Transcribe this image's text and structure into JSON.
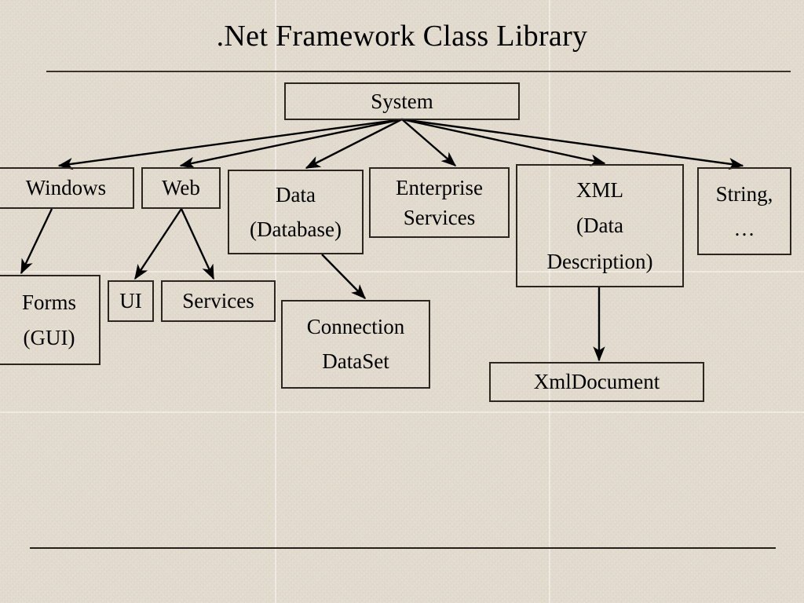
{
  "slide": {
    "title": ".Net Framework Class Library",
    "background_color": "#e5ded1",
    "ink_color": "#000000",
    "rule_color": "#3b332b"
  },
  "nodes": {
    "system": {
      "label": "System"
    },
    "windows": {
      "label": "Windows"
    },
    "web": {
      "label": "Web"
    },
    "data": {
      "line1": "Data",
      "line2": "(Database)"
    },
    "enterprise": {
      "line1": "Enterprise",
      "line2": "Services"
    },
    "xml": {
      "line1": "XML",
      "line2": "(Data",
      "line3": "Description)"
    },
    "string": {
      "line1": "String,",
      "line2": "…"
    },
    "forms": {
      "line1": "Forms",
      "line2": "(GUI)"
    },
    "ui": {
      "label": "UI"
    },
    "services": {
      "label": "Services"
    },
    "connection": {
      "line1": "Connection",
      "line2": "DataSet"
    },
    "xmldoc": {
      "label": "XmlDocument"
    }
  },
  "edges": [
    {
      "from": "system",
      "to": "windows"
    },
    {
      "from": "system",
      "to": "web"
    },
    {
      "from": "system",
      "to": "data"
    },
    {
      "from": "system",
      "to": "enterprise"
    },
    {
      "from": "system",
      "to": "xml"
    },
    {
      "from": "system",
      "to": "string"
    },
    {
      "from": "windows",
      "to": "forms"
    },
    {
      "from": "web",
      "to": "ui"
    },
    {
      "from": "web",
      "to": "services"
    },
    {
      "from": "data",
      "to": "connection"
    },
    {
      "from": "xml",
      "to": "xmldoc"
    }
  ]
}
